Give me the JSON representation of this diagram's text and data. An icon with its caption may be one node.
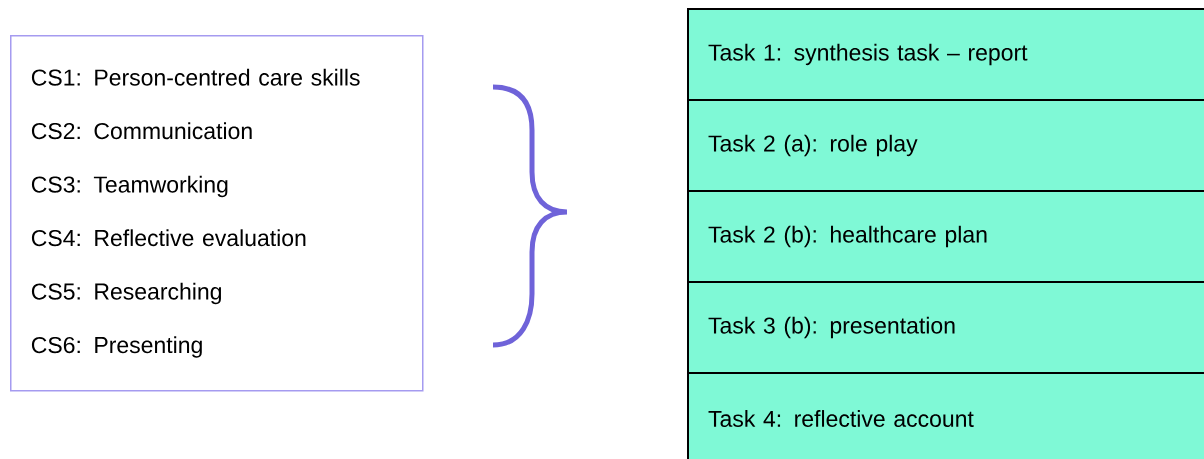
{
  "diagram": {
    "nodes": [
      {
        "text": [
          "CS1: Person-centred care skills",
          "CS2: Communication",
          "CS3: Teamworking",
          "CS4: Reflective evaluation",
          "CS5: Researching",
          "CS6: Presenting"
        ]
      },
      {
        "text": [
          "Task 1: synthesis task – report"
        ]
      },
      {
        "text": [
          "Task 2 (a): role play"
        ]
      },
      {
        "text": [
          "Task 2 (b): healthcare plan"
        ]
      },
      {
        "text": [
          "Task 3 (b): presentation"
        ]
      },
      {
        "text": [
          "Task 4: reflective account"
        ]
      }
    ]
  }
}
